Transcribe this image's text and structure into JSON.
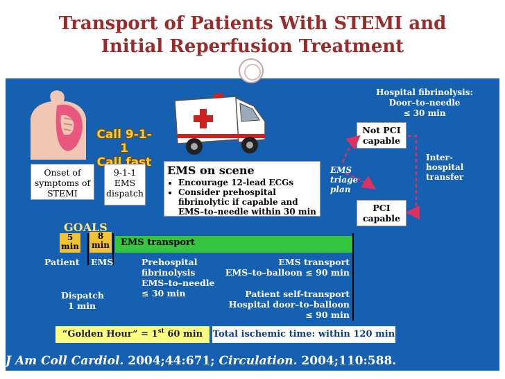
{
  "title": {
    "line1": "Transport of Patients With STEMI and",
    "line2": "Initial Reperfusion Treatment"
  },
  "call911": {
    "line1": "Call 9-1-1",
    "line2": "Call fast"
  },
  "boxes": {
    "onset": "Onset of symptoms of STEMI",
    "ems_dispatch": "9-1-1 EMS dispatch",
    "ems_scene_title": "EMS on scene",
    "ems_scene_bullets": [
      "Encourage 12-lead ECGs",
      "Consider prehospital fibrinolytic if capable and EMS–to–needle within 30 min"
    ],
    "not_pci": "Not PCI capable",
    "pci": "PCI capable"
  },
  "hospital_fibrinolysis": {
    "line1": "Hospital fibrinolysis:",
    "line2": "Door–to–needle",
    "line3": "≤ 30 min"
  },
  "inter_hospital": "Inter-hospital transfer",
  "ems_triage": "EMS triage plan",
  "goals": {
    "label": "GOALS",
    "five": "5 min",
    "eight": "8 min",
    "ems_transport_bar": "EMS transport"
  },
  "timeline": {
    "patient": "Patient",
    "ems": "EMS",
    "dispatch": "Dispatch 1 min",
    "prehospital": "Prehospital fibrinolysis EMS–to–needle ≤ 30 min",
    "ems_transport_line1": "EMS transport",
    "ems_transport_line2": "EMS–to–balloon ≤ 90 min",
    "self_line1": "Patient self-transport",
    "self_line2": "Hospital door–to–balloon",
    "self_line3": "≤  90 min"
  },
  "golden_hour": {
    "prefix": "“Golden Hour” = 1",
    "sup": "st",
    "suffix": " 60 min"
  },
  "total_time": "Total ischemic time: within 120 min",
  "citation": {
    "journal1": "J Am Coll Cardiol.",
    "ref1": " 2004;44:671; ",
    "journal2": "Circulation.",
    "ref2": " 2004;110:588."
  },
  "colors": {
    "panel_blue": "#1560b0",
    "title_red": "#9b2a2a",
    "green_bar": "#35c53e",
    "goal_box": "#f1c232",
    "yellow_box": "#ffff80"
  },
  "icons": [
    "patient-chest-pain-icon",
    "ambulance-icon",
    "title-ornament-icon"
  ]
}
